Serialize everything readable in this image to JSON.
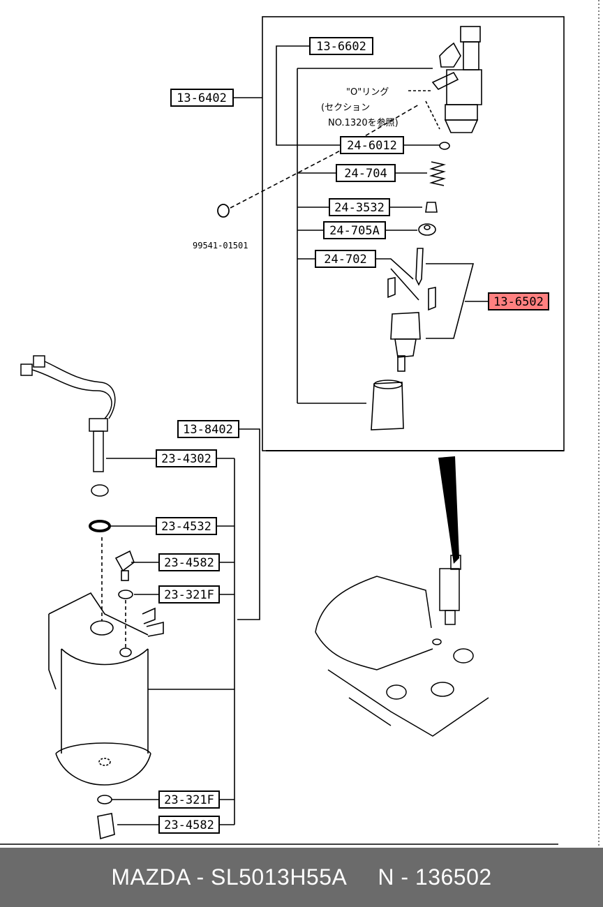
{
  "callouts": {
    "c13_6602": "13-6602",
    "c13_6402": "13-6402",
    "c24_6012": "24-6012",
    "c24_704": "24-704",
    "c24_3532": "24-3532",
    "c24_705A": "24-705A",
    "c24_702": "24-702",
    "c13_6502": "13-6502",
    "c13_8402": "13-8402",
    "c23_4302": "23-4302",
    "c23_4532": "23-4532",
    "c23_4582a": "23-4582",
    "c23_321Fa": "23-321F",
    "c23_321Fb": "23-321F",
    "c23_4582b": "23-4582",
    "part_99541": "99541-01501"
  },
  "note": {
    "line1": "\"O\"リング",
    "line2": "(セクション",
    "line3": "NO.1320を参照)"
  },
  "footer": {
    "brand_part": "MAZDA - SL5013H55A",
    "ref": "N - 136502"
  },
  "colors": {
    "highlight": "#ff8080",
    "footer_bg": "#6b6b6b"
  }
}
